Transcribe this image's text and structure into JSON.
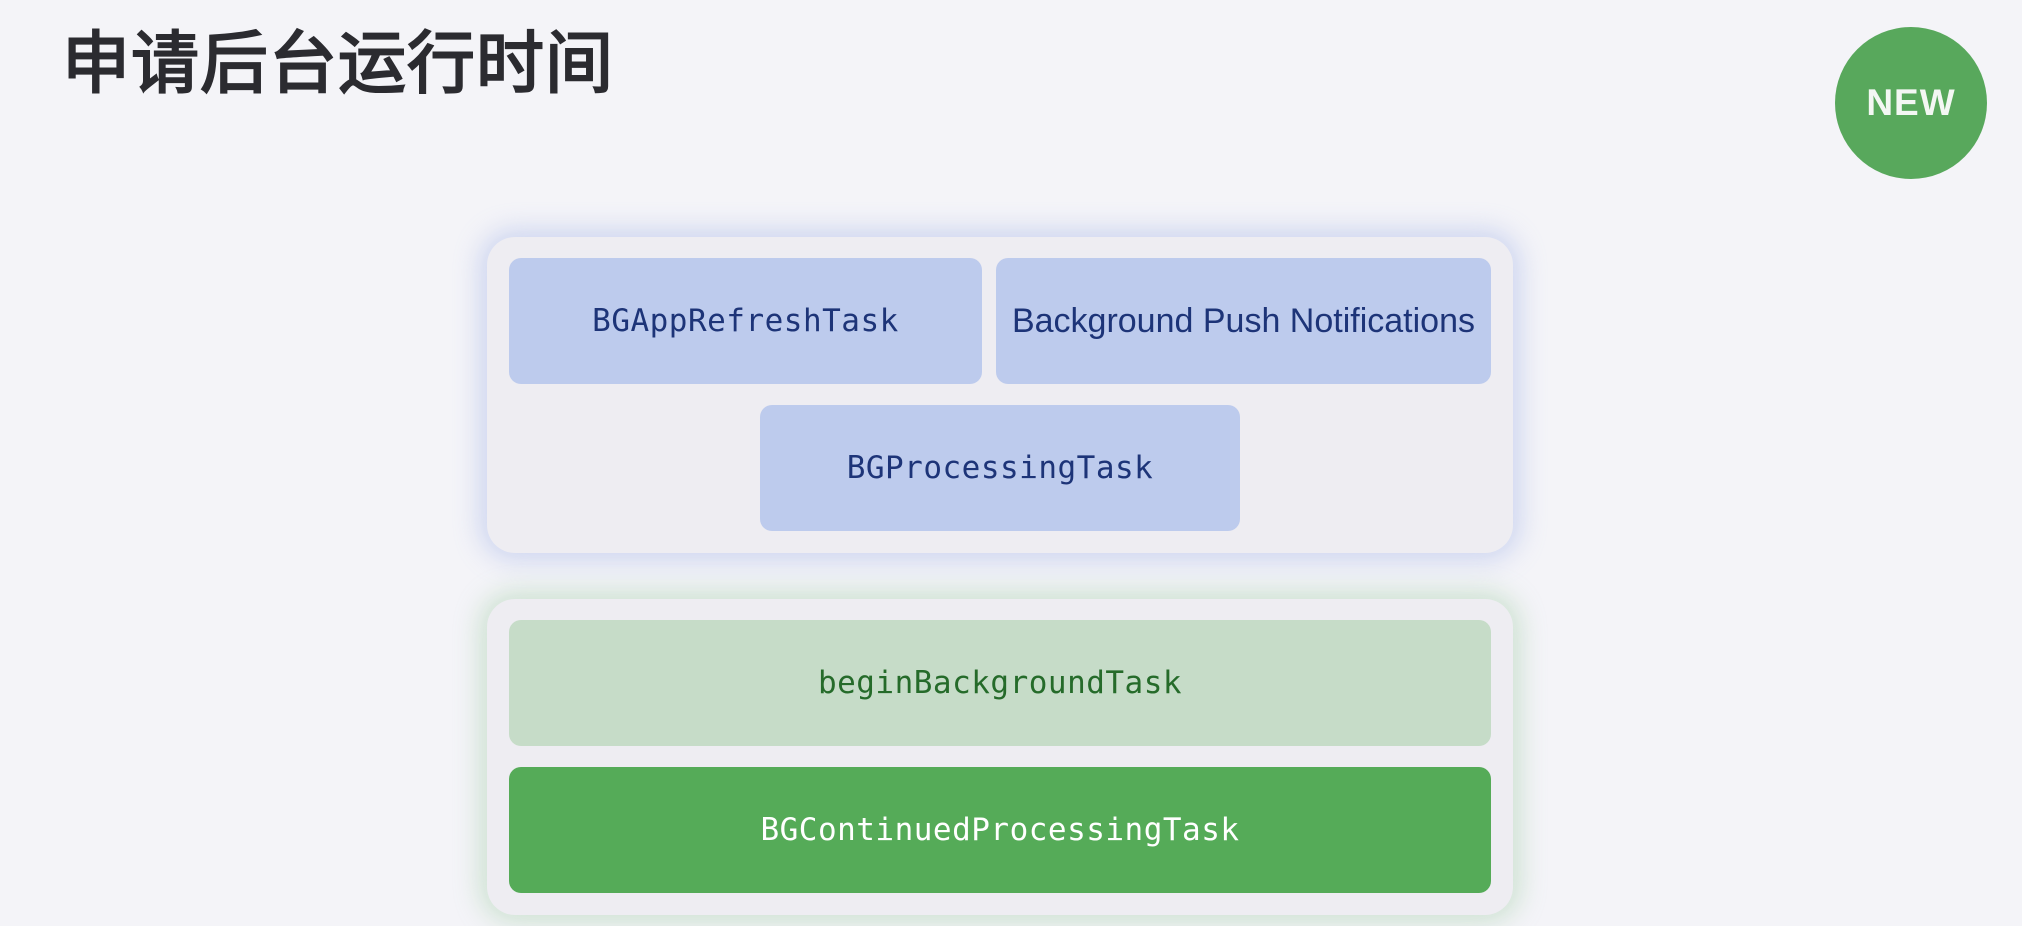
{
  "header": {
    "title": "申请后台运行时间",
    "badge": {
      "label": "NEW",
      "color": "#58a85c",
      "text_color": "#ffffff",
      "shape": "circle"
    }
  },
  "page": {
    "background_color": "#f4f4f8",
    "title_color": "#2b2b30"
  },
  "groups": [
    {
      "id": "legacy-background-tasks",
      "accent_color": "#bdcbed",
      "card_background": "#eeedf2",
      "text_color": "#1d3478",
      "glow_color": "#96aae4",
      "rows": [
        {
          "layout": "two-column",
          "items": [
            {
              "label": "BGAppRefreshTask",
              "style": "mono",
              "fill": "#bdcbed"
            },
            {
              "label": "Background Push Notifications",
              "style": "sans",
              "fill": "#bdcbed"
            }
          ]
        },
        {
          "layout": "centered",
          "items": [
            {
              "label": "BGProcessingTask",
              "style": "mono",
              "fill": "#bdcbed"
            }
          ]
        }
      ]
    },
    {
      "id": "continued-background-tasks",
      "accent_color": "#55ab58",
      "card_background": "#eeedf2",
      "glow_color": "#96c89b",
      "rows": [
        {
          "layout": "full-width",
          "items": [
            {
              "label": "beginBackgroundTask",
              "style": "mono",
              "fill": "#c6dcc8",
              "text_color": "#256b2a"
            }
          ]
        },
        {
          "layout": "full-width",
          "items": [
            {
              "label": "BGContinuedProcessingTask",
              "style": "mono",
              "fill": "#55ab58",
              "text_color": "#ffffff"
            }
          ]
        }
      ]
    }
  ]
}
